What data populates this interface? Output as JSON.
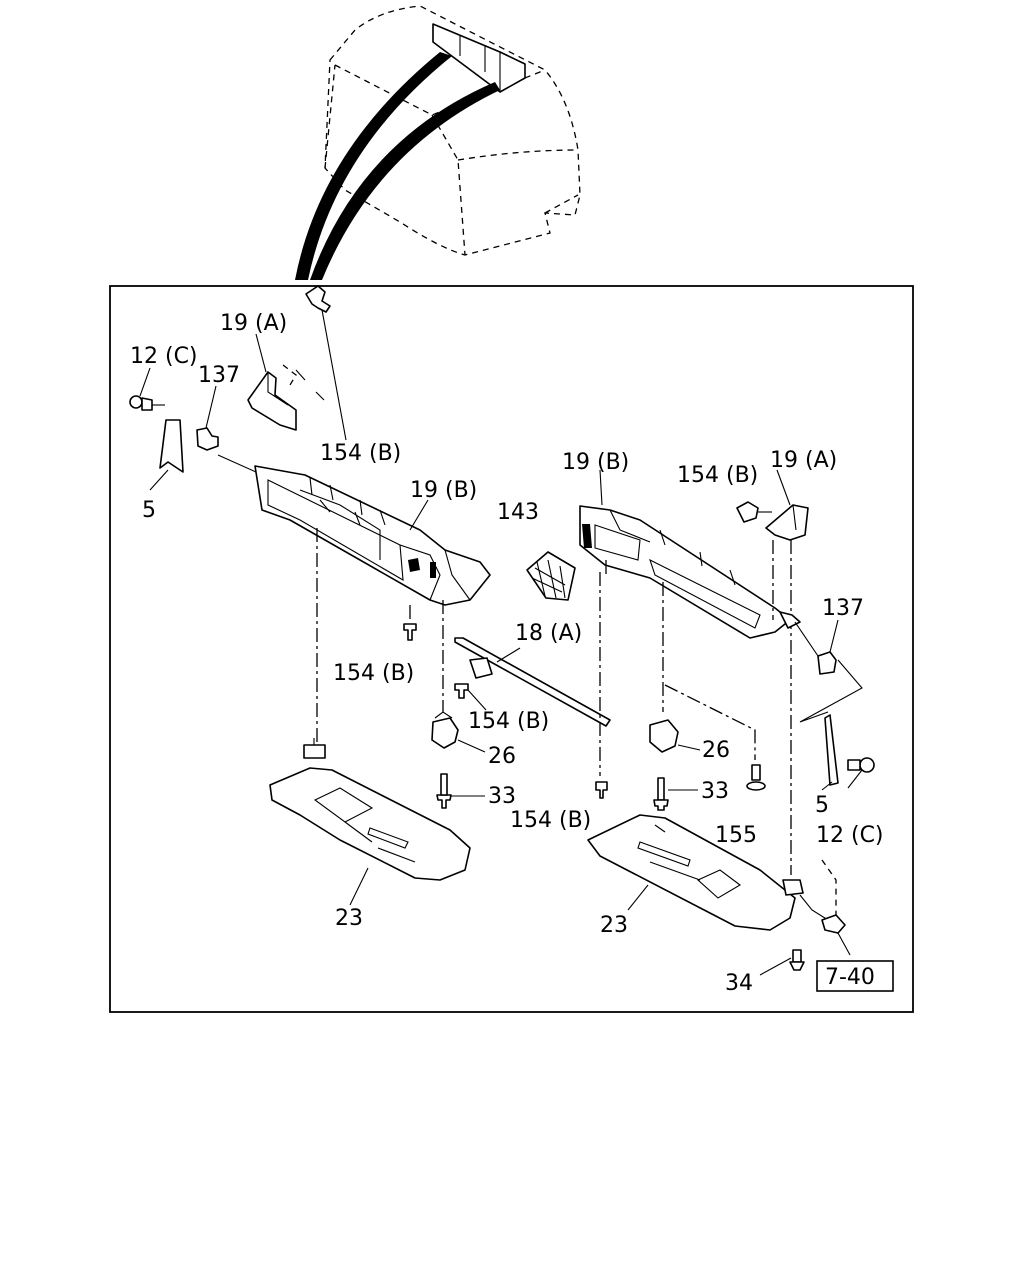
{
  "callouts": {
    "p19a_left": "19 (A)",
    "p12c_left": "12 (C)",
    "p137_left": "137",
    "p154b_top": "154 (B)",
    "p5_left": "5",
    "p19b_left": "19 (B)",
    "p143": "143",
    "p19b_right": "19 (B)",
    "p154b_right_top": "154 (B)",
    "p19a_right": "19 (A)",
    "p137_right": "137",
    "p18a": "18 (A)",
    "p154b_left_mid": "154 (B)",
    "p154b_center": "154 (B)",
    "p26_left": "26",
    "p26_right": "26",
    "p33_left": "33",
    "p33_right": "33",
    "p154b_bottom": "154 (B)",
    "p155": "155",
    "p5_right": "5",
    "p12c_right": "12 (C)",
    "p23_left": "23",
    "p23_right": "23",
    "p34": "34",
    "ref_box": "7-40"
  }
}
